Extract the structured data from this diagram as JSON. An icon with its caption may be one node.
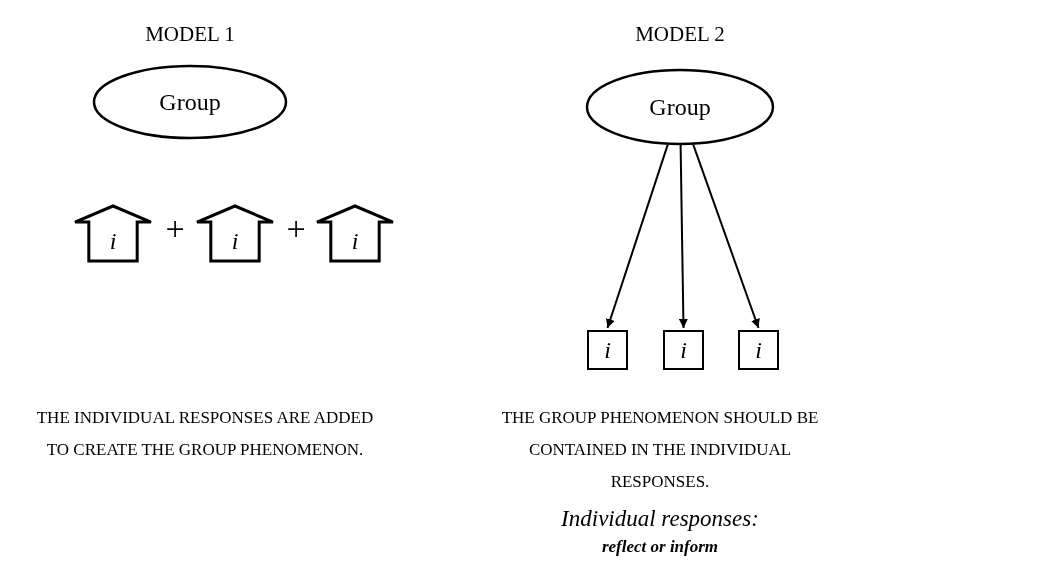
{
  "diagram": {
    "nodes": [
      {
        "text": [
          "Group"
        ]
      },
      {
        "text": [
          "i"
        ]
      },
      {
        "text": [
          "i"
        ]
      },
      {
        "text": [
          "i"
        ]
      },
      {
        "text": [
          "Group"
        ]
      },
      {
        "text": [
          "i"
        ]
      },
      {
        "text": [
          "i"
        ]
      },
      {
        "text": [
          "i"
        ]
      }
    ],
    "edges": [
      {
        "from": 4,
        "to": 5,
        "arrow": "to"
      },
      {
        "from": 4,
        "to": 6,
        "arrow": "to"
      },
      {
        "from": 4,
        "to": 7,
        "arrow": "to"
      }
    ],
    "labels": [
      "MODEL 1",
      "MODEL 2",
      "+",
      "+",
      "THE INDIVIDUAL RESPONSES ARE ADDED TO CREATE THE GROUP PHENOMENON.",
      "THE GROUP PHENOMENON SHOULD BE CONTAINED IN THE INDIVIDUAL RESPONSES.",
      "Individual responses:",
      "reflect or inform"
    ]
  }
}
